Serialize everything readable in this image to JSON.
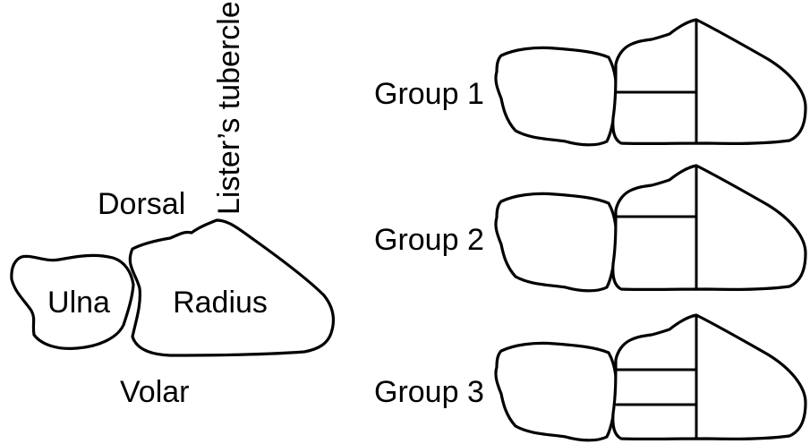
{
  "labels": {
    "lister_tubercle": "Lister’s tubercle",
    "dorsal": "Dorsal",
    "volar": "Volar",
    "ulna": "Ulna",
    "radius": "Radius"
  },
  "groups": [
    {
      "label": "Group 1"
    },
    {
      "label": "Group 2"
    },
    {
      "label": "Group 3"
    }
  ],
  "colors": {
    "line": "#000000",
    "background": "#ffffff"
  }
}
